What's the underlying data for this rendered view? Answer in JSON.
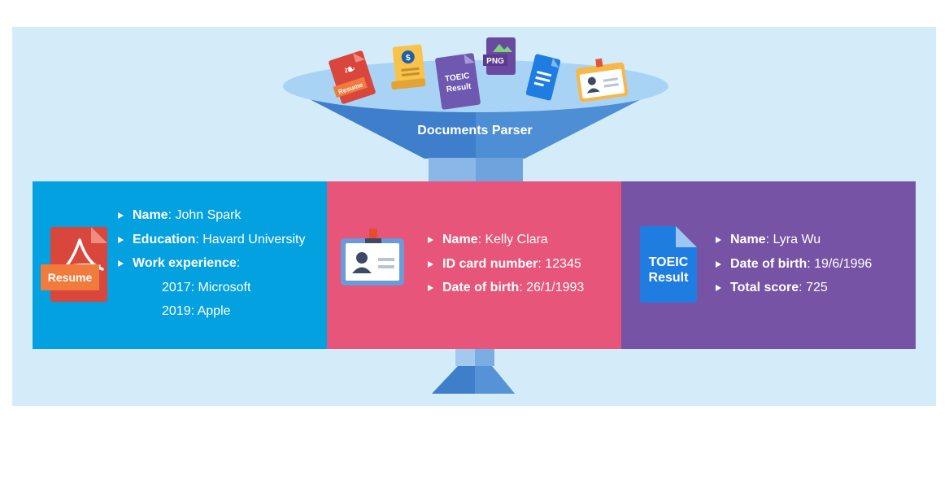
{
  "diagram": {
    "title": "Documents Parser",
    "input_documents": [
      {
        "icon": "resume-pdf-icon",
        "label": "Resume"
      },
      {
        "icon": "receipt-icon",
        "label": "$"
      },
      {
        "icon": "toeic-result-icon",
        "label": "TOEIC Result"
      },
      {
        "icon": "png-image-icon",
        "label": "PNG"
      },
      {
        "icon": "text-document-icon",
        "label": ""
      },
      {
        "icon": "id-card-icon",
        "label": ""
      }
    ],
    "colors": {
      "background": "#d4ecfa",
      "funnel_rim": "#a9d3f5",
      "funnel_body": "#4d8ed4",
      "resume_band": "#04a1e0",
      "id_card_band": "#e8557a",
      "toeic_band": "#7653a4"
    },
    "resume": {
      "icon_label": "Resume",
      "name_key": "Name",
      "name_value": ": John Spark",
      "education_key": "Education",
      "education_value": ": Havard University",
      "work_key": "Work experience",
      "work_value": ":",
      "work_items": [
        "2017: Microsoft",
        "2019: Apple"
      ]
    },
    "id_card": {
      "name_key": "Name",
      "name_value": ": Kelly Clara",
      "id_key": "ID card number",
      "id_value": ": 12345",
      "dob_key": "Date of birth",
      "dob_value": ": 26/1/1993"
    },
    "toeic": {
      "icon_label_1": "TOEIC",
      "icon_label_2": "Result",
      "name_key": "Name",
      "name_value": ": Lyra Wu",
      "dob_key": "Date of birth",
      "dob_value": ": 19/6/1996",
      "score_key": "Total score",
      "score_value": ": 725"
    }
  }
}
